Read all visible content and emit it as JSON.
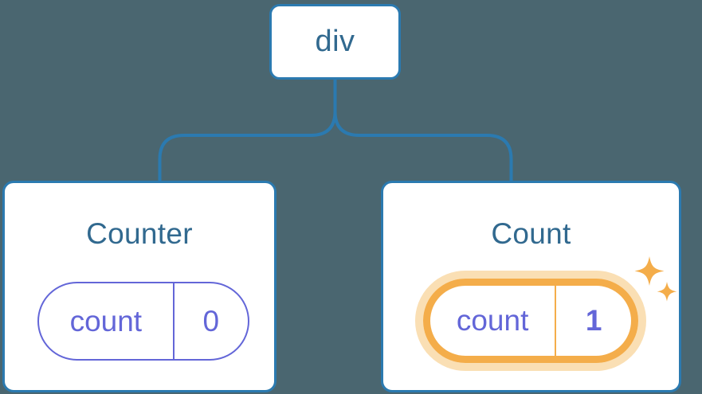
{
  "diagram": {
    "type": "component-tree",
    "background_color": "#4a6670",
    "connector_color": "#2b7ab0",
    "root": {
      "label": "div",
      "text_color": "#31698f",
      "border_color": "#2b7ab0",
      "fill_color": "#ffffff"
    },
    "children": [
      {
        "id": "counter",
        "title": "Counter",
        "title_color": "#31698f",
        "highlighted": false,
        "state": {
          "key": "count",
          "value": "0",
          "key_color": "#6366d8",
          "value_color": "#6366d8",
          "border_color": "#6366d8"
        }
      },
      {
        "id": "count",
        "title": "Count",
        "title_color": "#31698f",
        "highlighted": true,
        "state": {
          "key": "count",
          "value": "1",
          "key_color": "#6366d8",
          "value_color": "#6366d8",
          "border_color": "#f4ad4a",
          "halo_color": "#fadfb4"
        },
        "sparkle": {
          "name": "sparkles-icon",
          "color": "#f4ad4a",
          "count": 2
        }
      }
    ]
  }
}
